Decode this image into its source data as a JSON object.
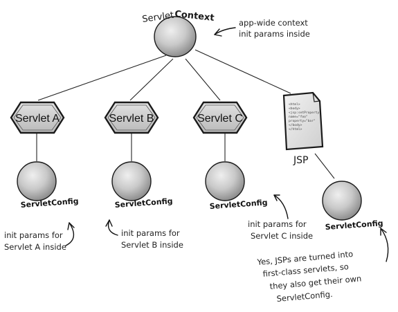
{
  "context": {
    "label_a": "Servlet",
    "label_b": "Context",
    "note": [
      "app-wide context",
      "init params inside"
    ]
  },
  "servlets": [
    {
      "label": "Servlet A",
      "config": "ServletConfig",
      "note": [
        "init params for",
        "Servlet A inside"
      ]
    },
    {
      "label": "Servlet B",
      "config": "ServletConfig",
      "note": [
        "init params for",
        "Servlet B inside"
      ]
    },
    {
      "label": "Servlet C",
      "config": "ServletConfig",
      "note": [
        "init params for",
        "Servlet C inside"
      ]
    }
  ],
  "jsp": {
    "label": "JSP",
    "config": "ServletConfig",
    "code_lines": [
      "<html>",
      "<body>",
      "<jsp:setProperty",
      "name=\"foo\"",
      "property=\"bar\"",
      "</body>",
      "</html>"
    ],
    "note": [
      "Yes, JSPs are turned into",
      "first-class servlets, so",
      "they also get their own",
      "ServletConfig."
    ]
  },
  "colors": {
    "node_fill": "#c8c8c8",
    "servlet_fill": "#d0d0d0",
    "outline": "#1a1a1a"
  }
}
